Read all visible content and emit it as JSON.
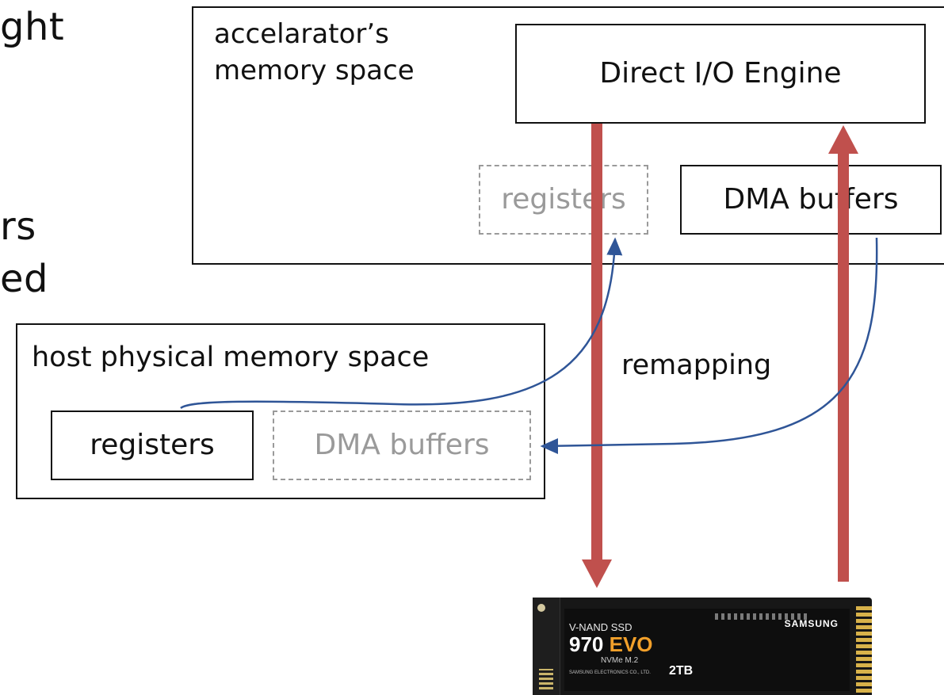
{
  "cutoff_text": {
    "line1": "ght",
    "line2": "rs",
    "line3": "ed"
  },
  "accelerator": {
    "title_line1": "accelarator’s",
    "title_line2": "memory space",
    "engine": "Direct I/O Engine",
    "registers": "registers",
    "dma_buffers": "DMA buffers"
  },
  "host": {
    "title": "host physical memory space",
    "registers": "registers",
    "dma_buffers": "DMA buffers"
  },
  "remapping": "remapping",
  "ssd": {
    "brand_line": "V-NAND SSD",
    "model_prefix": "970",
    "model_suffix": "EVO",
    "interface": "NVMe M.2",
    "maker_small": "SAMSUNG ELECTRONICS CO., LTD.",
    "capacity": "2TB",
    "maker": "SAMSUNG"
  },
  "colors": {
    "arrow_red": "#c0504d",
    "arrow_blue": "#2f5597",
    "dashed_grey": "#9a9a9a"
  }
}
